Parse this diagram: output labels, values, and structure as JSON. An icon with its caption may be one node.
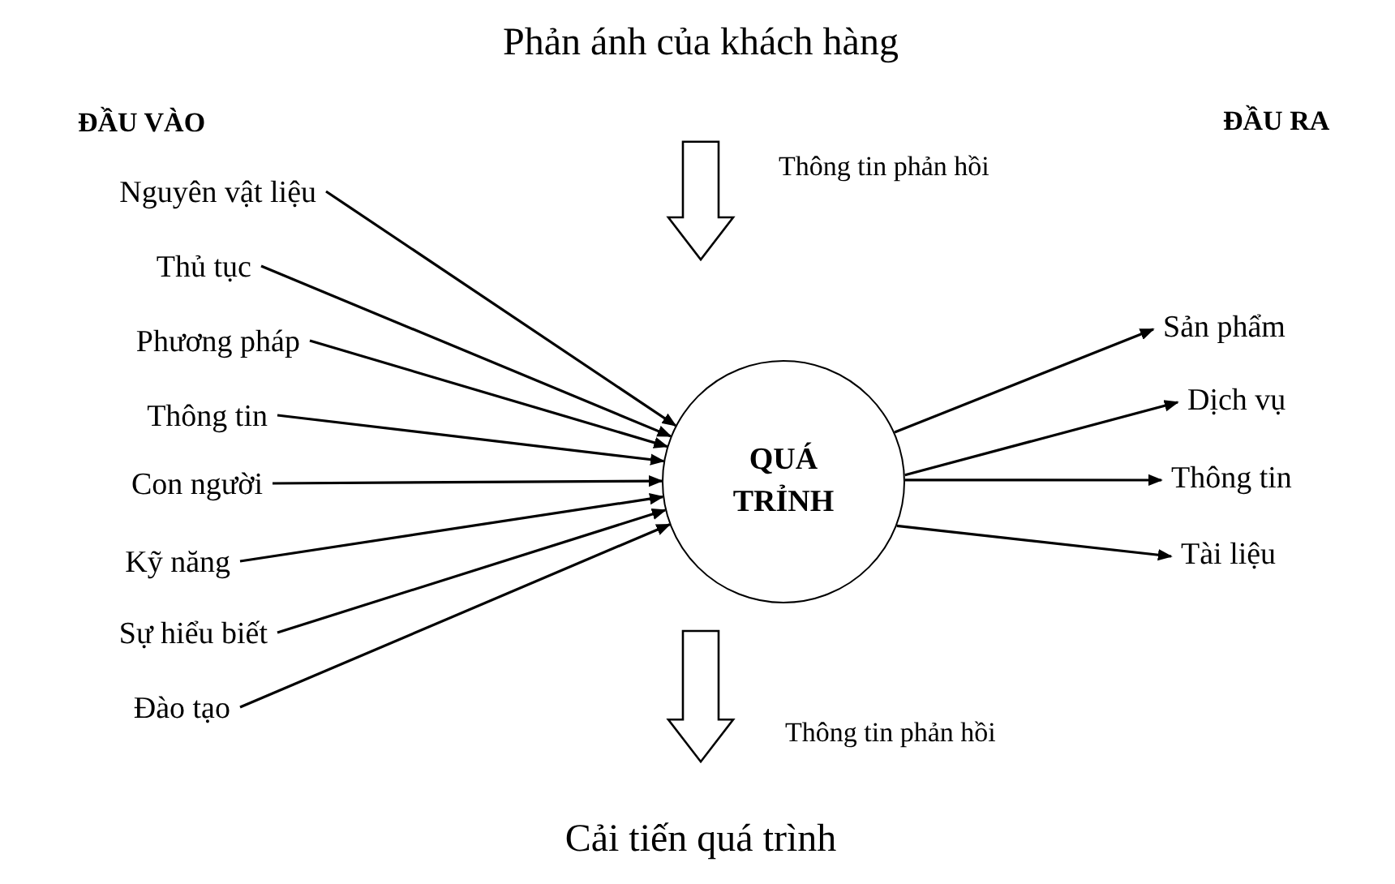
{
  "diagram": {
    "nodes": [
      {
        "text": [
          "Phản ánh của khách hàng"
        ]
      },
      {
        "text": [
          "QUÁ TRỈNH"
        ]
      },
      {
        "text": [
          "Cải tiến quá trình"
        ]
      },
      {
        "text": [
          "Nguyên vật liệu"
        ]
      },
      {
        "text": [
          "Thủ tục"
        ]
      },
      {
        "text": [
          "Phương pháp"
        ]
      },
      {
        "text": [
          "Thông tin"
        ]
      },
      {
        "text": [
          "Con người"
        ]
      },
      {
        "text": [
          "Kỹ năng"
        ]
      },
      {
        "text": [
          "Sự hiểu biết"
        ]
      },
      {
        "text": [
          "Đào tạo"
        ]
      },
      {
        "text": [
          "Sản phẩm"
        ]
      },
      {
        "text": [
          "Dịch vụ"
        ]
      },
      {
        "text": [
          "Thông tin"
        ]
      },
      {
        "text": [
          "Tài liệu"
        ]
      }
    ],
    "edges": [
      {
        "from": 0,
        "to": 1,
        "arrow": "to",
        "label": "Thông tin phản hồi",
        "style": "thick"
      },
      {
        "from": 1,
        "to": 2,
        "arrow": "to",
        "label": "Thông tin phản hồi",
        "style": "thick"
      },
      {
        "from": 3,
        "to": 1,
        "arrow": "to"
      },
      {
        "from": 4,
        "to": 1,
        "arrow": "to"
      },
      {
        "from": 5,
        "to": 1,
        "arrow": "to"
      },
      {
        "from": 6,
        "to": 1,
        "arrow": "to"
      },
      {
        "from": 7,
        "to": 1,
        "arrow": "to"
      },
      {
        "from": 8,
        "to": 1,
        "arrow": "to"
      },
      {
        "from": 9,
        "to": 1,
        "arrow": "to"
      },
      {
        "from": 10,
        "to": 1,
        "arrow": "to"
      },
      {
        "from": 1,
        "to": 11,
        "arrow": "to"
      },
      {
        "from": 1,
        "to": 12,
        "arrow": "to"
      },
      {
        "from": 1,
        "to": 13,
        "arrow": "to"
      },
      {
        "from": 1,
        "to": 14,
        "arrow": "to"
      }
    ],
    "labels": [
      "ĐẦU VÀO",
      "ĐẦU RA"
    ]
  }
}
